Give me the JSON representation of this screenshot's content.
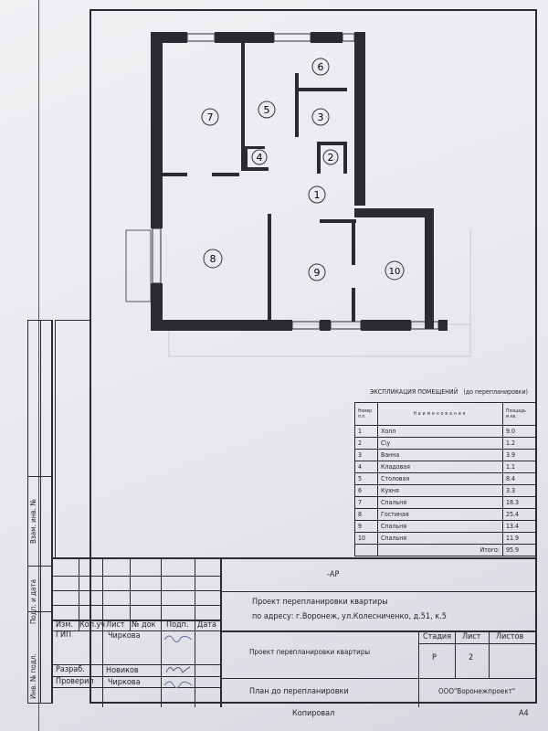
{
  "plan": {
    "rooms": [
      {
        "num": "7"
      },
      {
        "num": "5"
      },
      {
        "num": "6"
      },
      {
        "num": "3"
      },
      {
        "num": "4"
      },
      {
        "num": "2"
      },
      {
        "num": "1"
      },
      {
        "num": "8"
      },
      {
        "num": "9"
      },
      {
        "num": "10"
      }
    ]
  },
  "explication": {
    "title": "ЭКСПЛИКАЦИЯ ПОМЕЩЕНИЙ",
    "subtitle": "(до перепланировки)",
    "col_num": "Номер п.п.",
    "col_name": "Наименование",
    "col_area": "Площадь м.кв.",
    "rows": [
      {
        "num": "1",
        "name": "Холл",
        "area": "9.0"
      },
      {
        "num": "2",
        "name": "С\\у",
        "area": "1.2"
      },
      {
        "num": "3",
        "name": "Ванна",
        "area": "3.9"
      },
      {
        "num": "4",
        "name": "Кладовая",
        "area": "1.1"
      },
      {
        "num": "5",
        "name": "Столовая",
        "area": "8.4"
      },
      {
        "num": "6",
        "name": "Кухня",
        "area": "3.3"
      },
      {
        "num": "7",
        "name": "Спальня",
        "area": "18.3"
      },
      {
        "num": "8",
        "name": "Гостиная",
        "area": "25.4"
      },
      {
        "num": "9",
        "name": "Спальня",
        "area": "13.4"
      },
      {
        "num": "10",
        "name": "Спальня",
        "area": "11.9"
      }
    ],
    "total_label": "Итого:",
    "total": "95.9"
  },
  "side_labels": {
    "replace": "Взам. инв. №",
    "sign_date": "Подп. и дата",
    "inv": "Инв. № подл."
  },
  "title_block": {
    "code": "-АР",
    "project": "Проект перепланировки квартиры",
    "address": "по адресу: г.Воронеж,  ул.Колесниченко, д.51, к.5",
    "headers": {
      "izm": "Изм.",
      "kol": "Кол.уч",
      "list": "Лист",
      "doc": "№ док",
      "sign": "Подп.",
      "date": "Дата"
    },
    "gip_role": "ГИП",
    "gip_name": "Чиркова",
    "dev_role": "Разраб.",
    "dev_name": "Новиков",
    "check_role": "Проверил",
    "check_name": "Чиркова",
    "section_title": "Проект перепланировки квартиры",
    "sheet_title": "План до перепланировки",
    "stage_label": "Стадия",
    "sheet_label": "Лист",
    "sheets_label": "Листов",
    "stage": "Р",
    "sheet": "2",
    "sheets": "",
    "company": "ООО\"Воронежпроект\"",
    "copied": "Копировал",
    "format": "А4"
  }
}
